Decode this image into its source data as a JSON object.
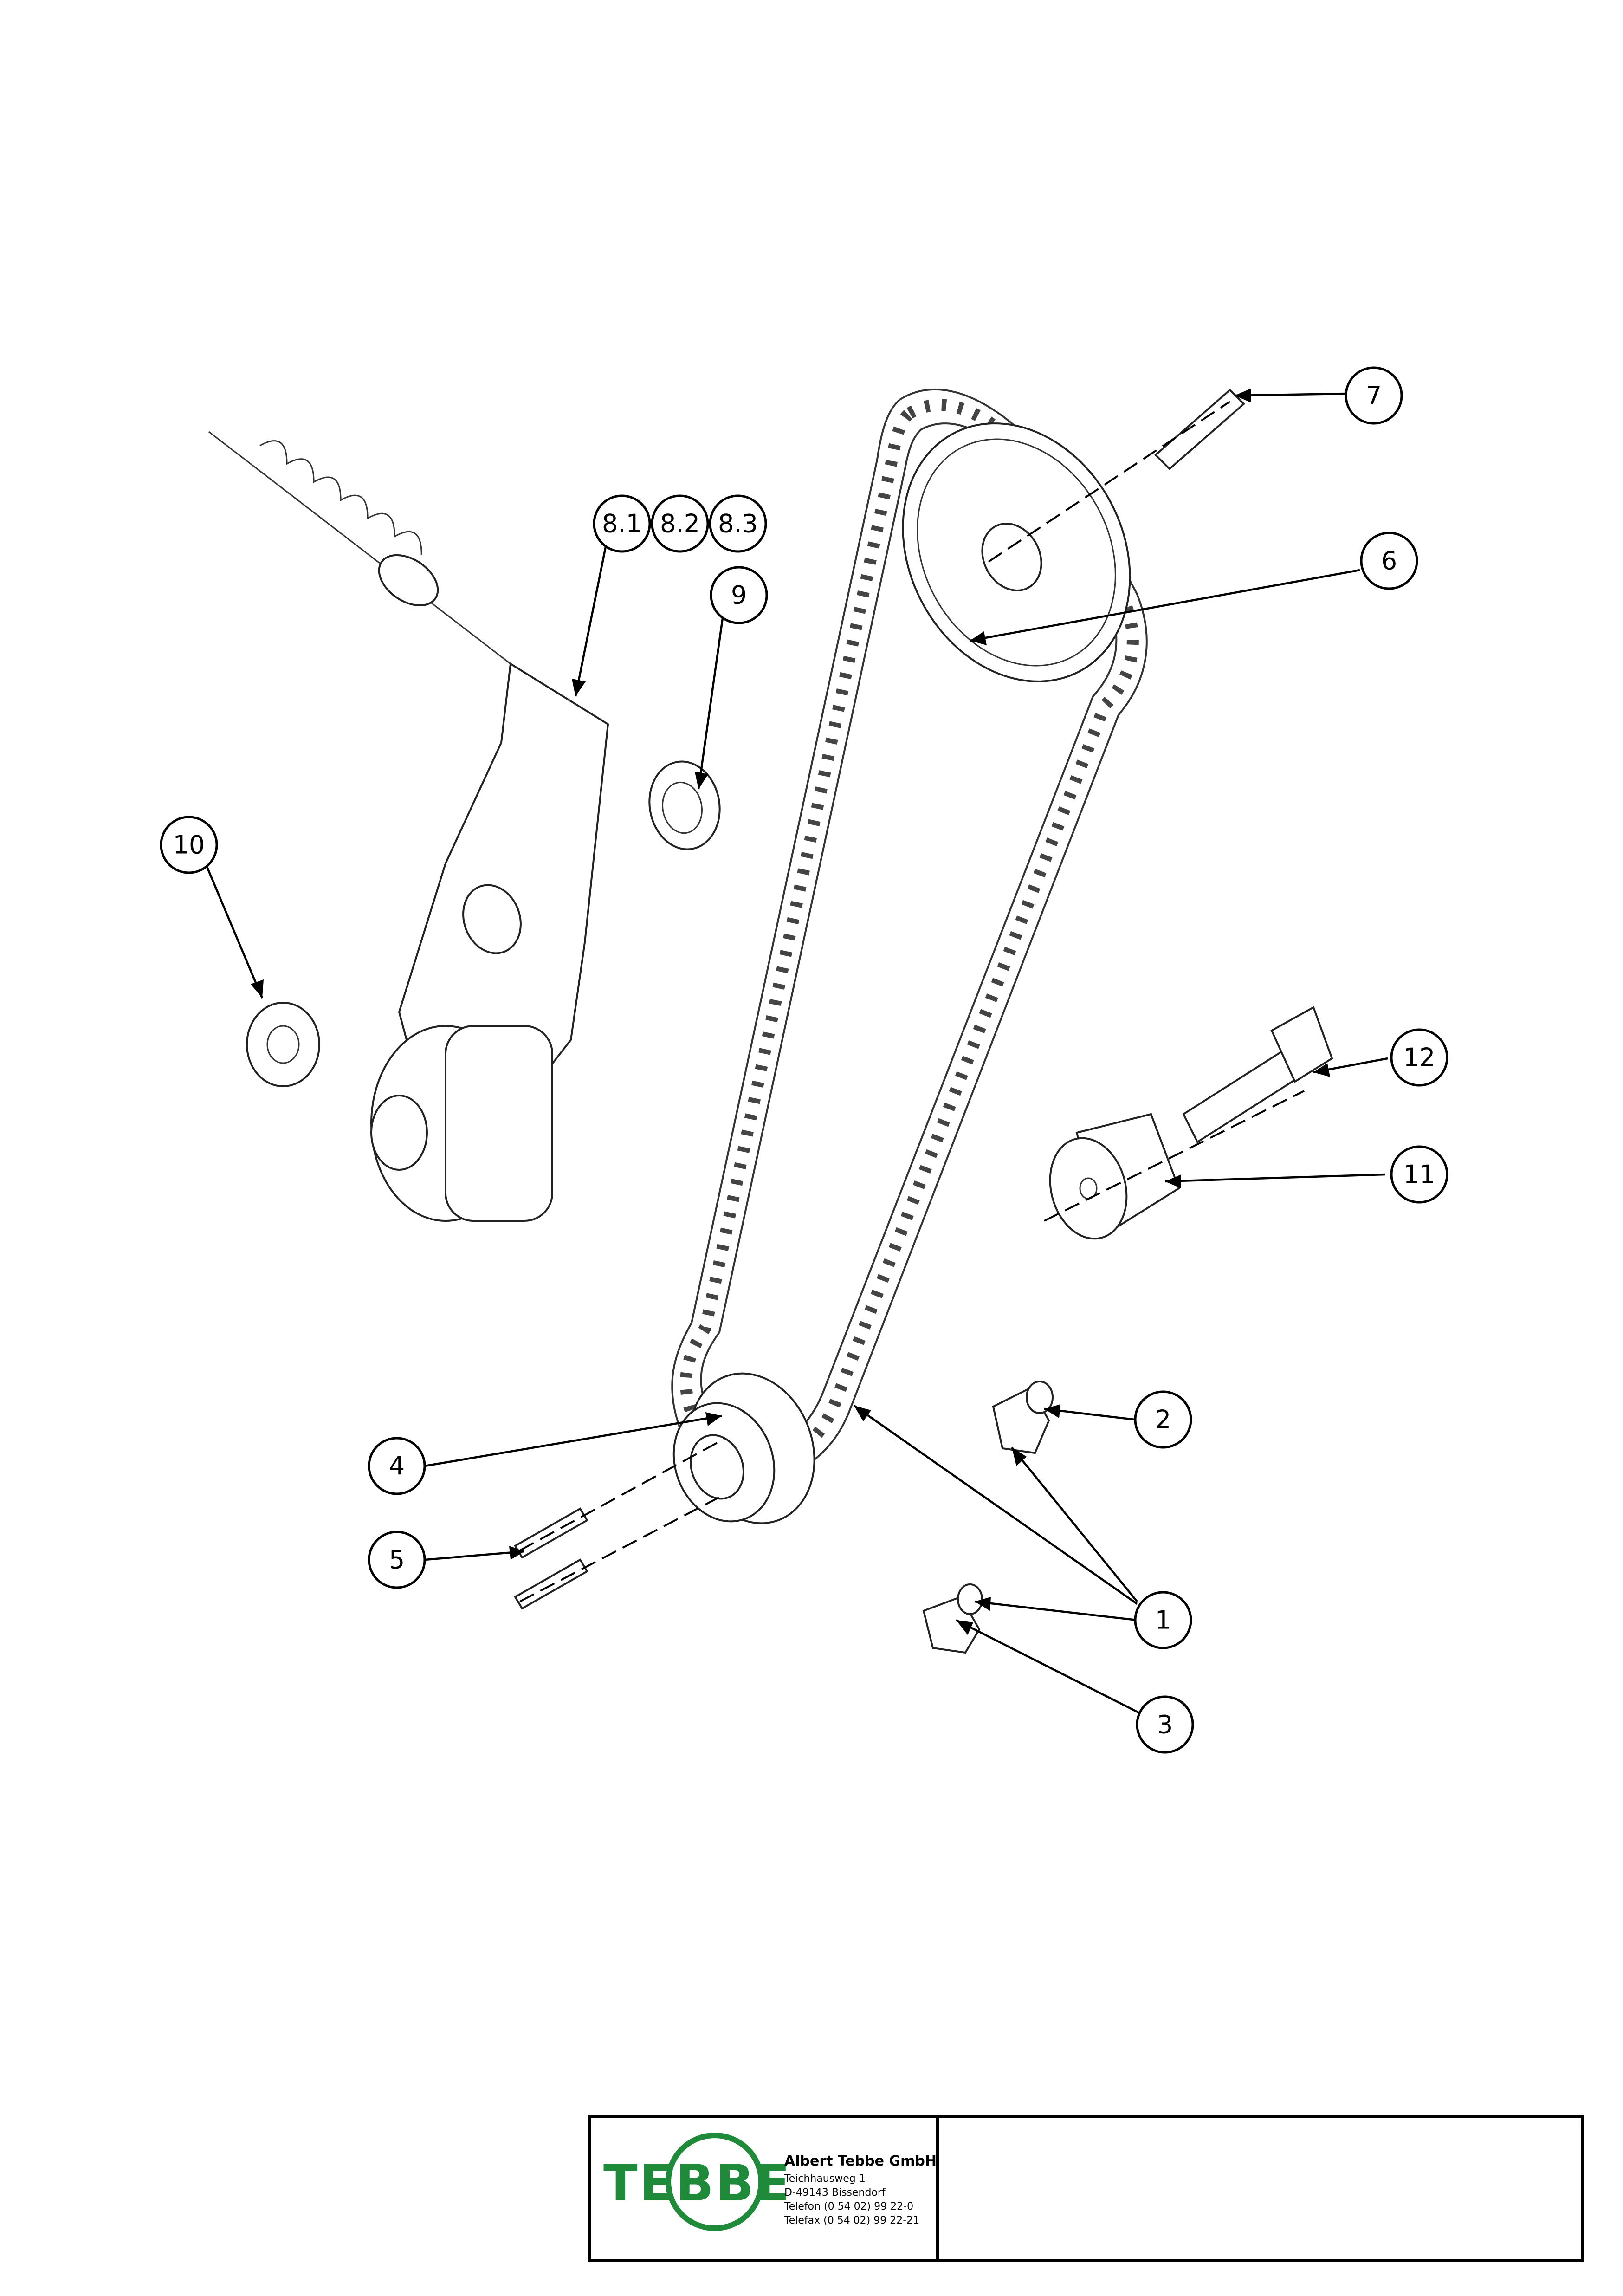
{
  "callouts": [
    {
      "label": "1",
      "slug": "1"
    },
    {
      "label": "2",
      "slug": "2"
    },
    {
      "label": "3",
      "slug": "3"
    },
    {
      "label": "4",
      "slug": "4"
    },
    {
      "label": "5",
      "slug": "5"
    },
    {
      "label": "6",
      "slug": "6"
    },
    {
      "label": "7",
      "slug": "7"
    },
    {
      "label": "8.1",
      "slug": "8-1"
    },
    {
      "label": "8.2",
      "slug": "8-2"
    },
    {
      "label": "8.3",
      "slug": "8-3"
    },
    {
      "label": "9",
      "slug": "9"
    },
    {
      "label": "10",
      "slug": "10"
    },
    {
      "label": "11",
      "slug": "11"
    },
    {
      "label": "12",
      "slug": "12"
    }
  ],
  "title_block": {
    "logo_text": "TEBBE",
    "logo_color": "#1e8a3a",
    "company_name": "Albert Tebbe GmbH",
    "address_lines": [
      "Teichhausweg 1",
      "D-49143 Bissendorf",
      "Telefon (0 54 02) 99 22-0",
      "Telefax (0 54 02) 99 22-21"
    ]
  }
}
